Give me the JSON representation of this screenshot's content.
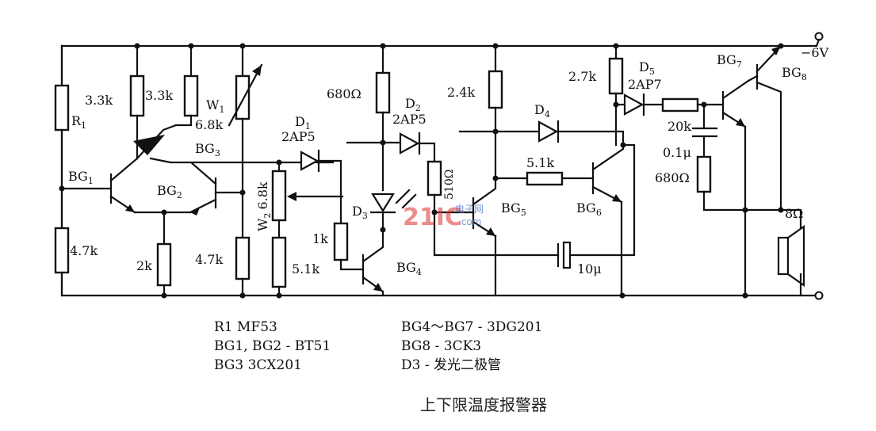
{
  "labels": {
    "r1": "R",
    "r1_sub": "1",
    "r_3_3k_a": "3.3k",
    "r_3_3k_b": "3.3k",
    "w1": "W",
    "w1_sub": "1",
    "r_6_8k": "6.8k",
    "bg3": "BG",
    "bg3_sub": "3",
    "bg1": "BG",
    "bg1_sub": "1",
    "bg2": "BG",
    "bg2_sub": "2",
    "r_4_7k_a": "4.7k",
    "r_2k": "2k",
    "r_4_7k_b": "4.7k",
    "d1": "D",
    "d1_sub": "1",
    "d1_type": "2AP5",
    "w2": "W",
    "w2_sub": "2",
    "w2_val": "6.8k",
    "r_680": "680Ω",
    "d2": "D",
    "d2_sub": "2",
    "d2_type": "2AP5",
    "d3": "D",
    "d3_sub": "3",
    "r_510": "510Ω",
    "r_1k": "1k",
    "r_5_1k_a": "5.1k",
    "bg4": "BG",
    "bg4_sub": "4",
    "r_2_4k": "2.4k",
    "d4": "D",
    "d4_sub": "4",
    "r_5_1k_b": "5.1k",
    "bg5": "BG",
    "bg5_sub": "5",
    "bg6": "BG",
    "bg6_sub": "6",
    "cap_10u": "10μ",
    "r_2_7k": "2.7k",
    "d5": "D",
    "d5_sub": "5",
    "d5_type": "2AP7",
    "r_20k": "20k",
    "cap_0_1u": "0.1μ",
    "r_680b": "680Ω",
    "bg7": "BG",
    "bg7_sub": "7",
    "bg8": "BG",
    "bg8_sub": "8",
    "supply": "−6V",
    "spk": "8Ω"
  },
  "legend": {
    "left": [
      "R1    MF53",
      "BG1, BG2 - BT51",
      "BG3   3CX201"
    ],
    "right": [
      "BG4～BG7 - 3DG201",
      "BG8 - 3CK3",
      "D3 - 发光二极管"
    ]
  },
  "caption": "上下限温度报警器",
  "watermark": {
    "main": "21IC",
    "sub1": "电子网",
    "sub2": ".com"
  }
}
